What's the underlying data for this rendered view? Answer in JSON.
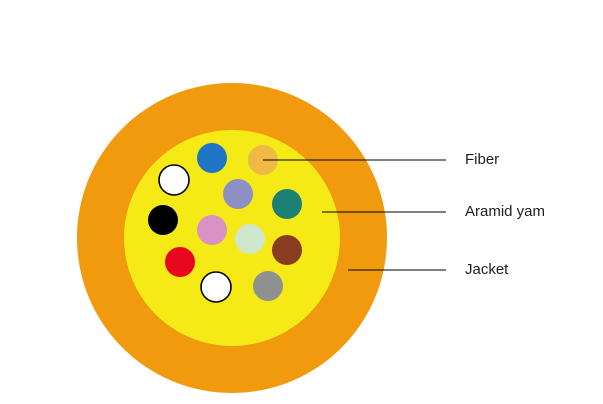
{
  "cable": {
    "jacket_color": "#f29a0d",
    "aramid_color": "#f5ea16",
    "fiber_outline_color": "#000000",
    "fibers": [
      {
        "color": "#1e75c6"
      },
      {
        "color": "#f0b845"
      },
      {
        "color": "#ffffff"
      },
      {
        "color": "#8e90c4"
      },
      {
        "color": "#1c7f74"
      },
      {
        "color": "#000000"
      },
      {
        "color": "#da91c3"
      },
      {
        "color": "#cfe6cc"
      },
      {
        "color": "#8a3c20"
      },
      {
        "color": "#e8071d"
      },
      {
        "color": "#ffffff"
      },
      {
        "color": "#8f9190"
      }
    ]
  },
  "callouts": [
    {
      "label": "Fiber"
    },
    {
      "label": "Aramid yam"
    },
    {
      "label": "Jacket"
    }
  ]
}
